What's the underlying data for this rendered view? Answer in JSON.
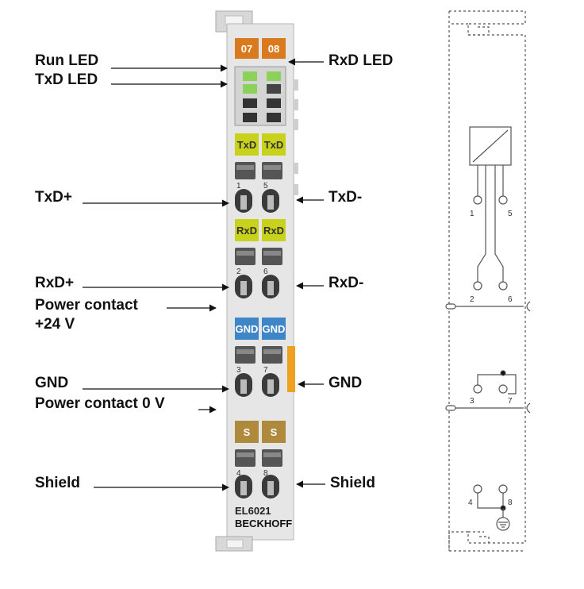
{
  "labels_left": {
    "run_led": "Run LED",
    "txd_led": "TxD LED",
    "txd_plus": "TxD+",
    "rxd_plus": "RxD+",
    "power_contact_24v_line1": "Power contact",
    "power_contact_24v_line2": "+24 V",
    "gnd": "GND",
    "power_contact_0v": "Power contact 0 V",
    "shield": "Shield"
  },
  "labels_right": {
    "rxd_led": "RxD LED",
    "txd_minus": "TxD-",
    "rxd_minus": "RxD-",
    "gnd": "GND",
    "shield": "Shield"
  },
  "terminal": {
    "channel_left": "07",
    "channel_right": "08",
    "tags": {
      "txd": "TxD",
      "rxd": "RxD",
      "gnd": "GND",
      "shield": "S"
    },
    "pins": [
      "1",
      "5",
      "2",
      "6",
      "3",
      "7",
      "4",
      "8"
    ],
    "model": "EL6021",
    "brand": "BECKHOFF"
  },
  "schematic": {
    "pins": [
      "1",
      "5",
      "2",
      "6",
      "3",
      "7",
      "4",
      "8"
    ]
  },
  "colors": {
    "orange_tag": "#d97a1e",
    "yellow_tag": "#c9d21a",
    "blue_tag": "#3f86c8",
    "brown_tag": "#b08a3c",
    "orange_power_bar": "#f0a020",
    "green_led": "#8cd25a",
    "housing": "#e6e6e6"
  }
}
